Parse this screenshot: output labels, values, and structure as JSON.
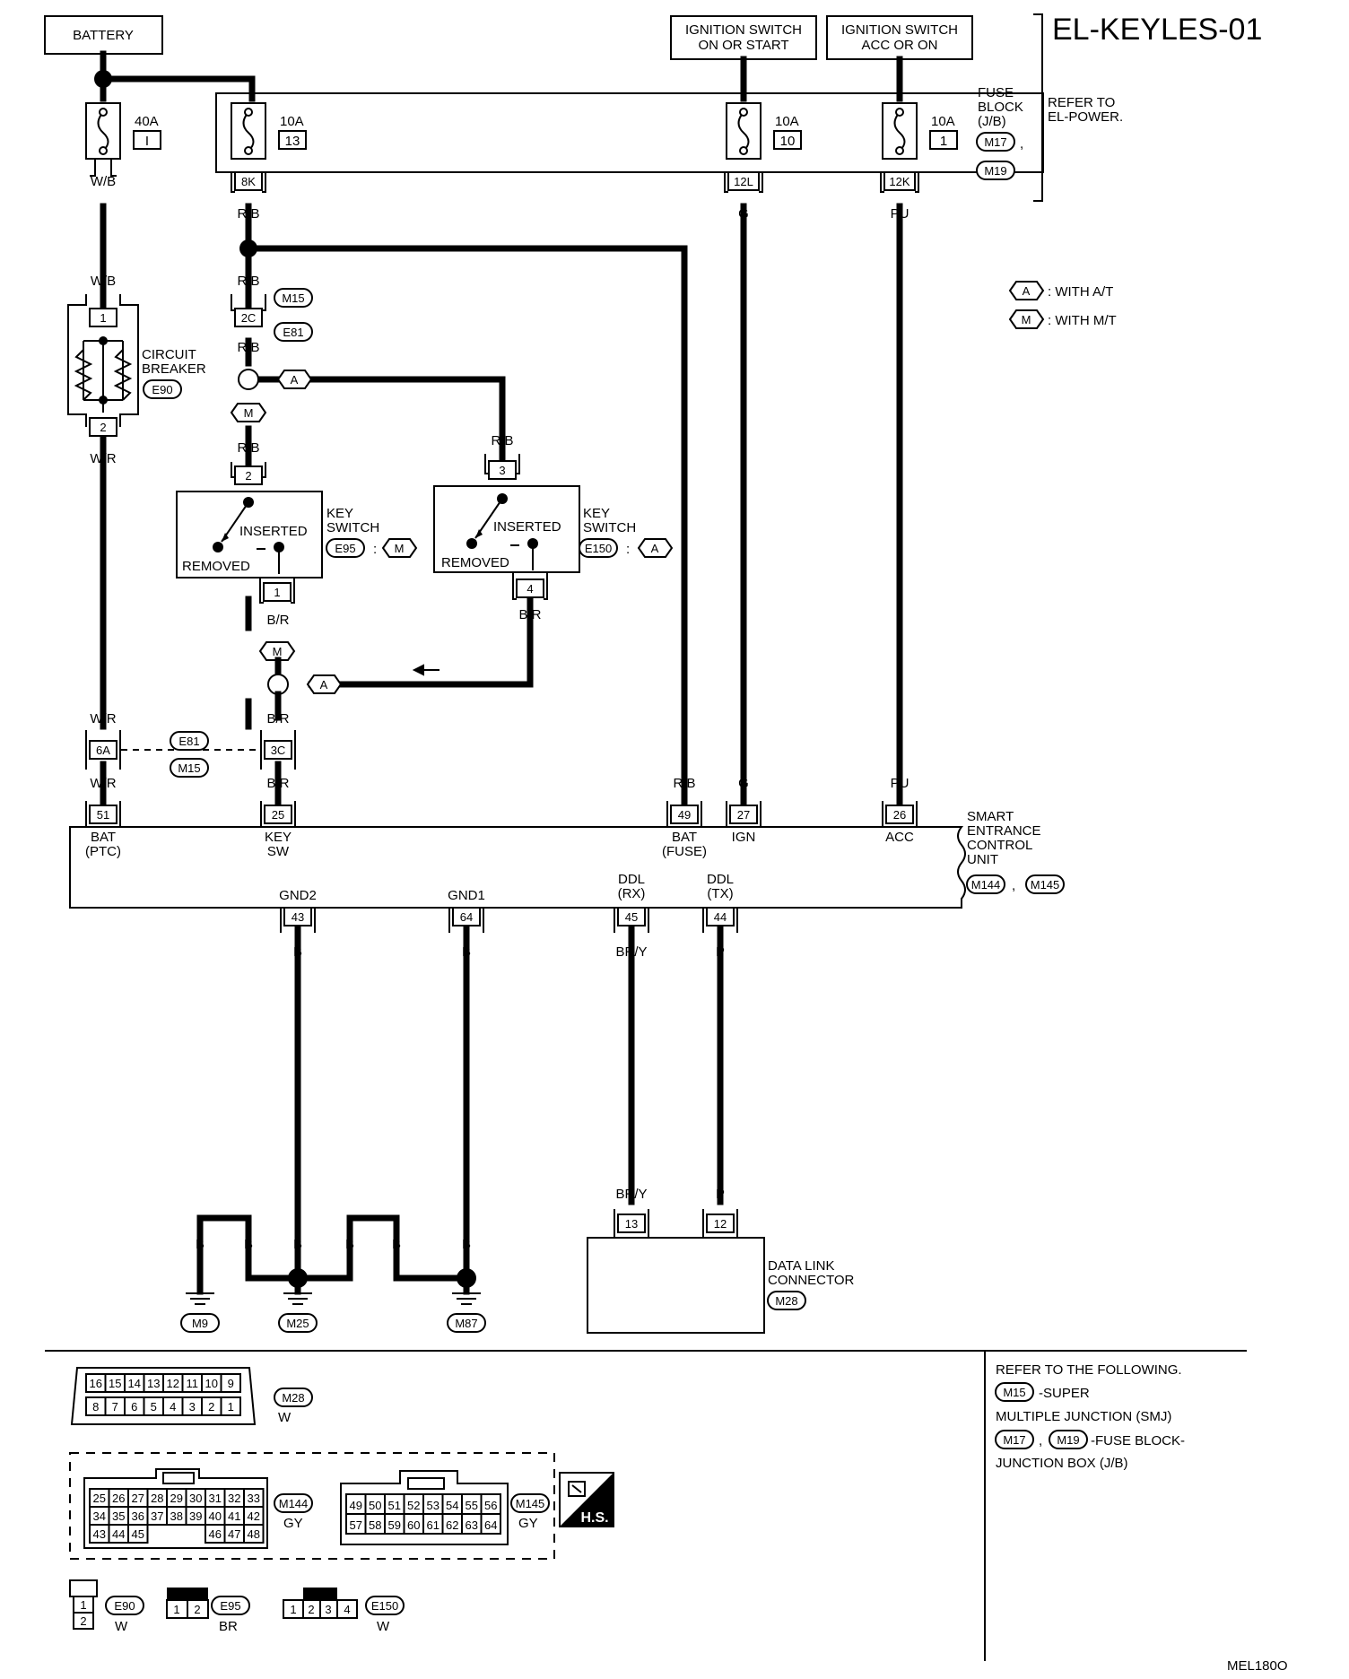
{
  "title": "EL-KEYLES-01",
  "figure_id": "MEL180O",
  "refer_power": [
    "REFER TO",
    "EL-POWER."
  ],
  "boxes": {
    "battery": "BATTERY",
    "ign_on_start": [
      "IGNITION SWITCH",
      "ON OR START"
    ],
    "ign_acc_on": [
      "IGNITION SWITCH",
      "ACC OR ON"
    ]
  },
  "fuse_block": {
    "label": [
      "FUSE",
      "BLOCK",
      "(J/B)"
    ],
    "connectors": [
      "M17",
      "M19"
    ],
    "fuses": [
      {
        "amp": "40A",
        "num": "I",
        "terminal": "",
        "wire": "W/B"
      },
      {
        "amp": "10A",
        "num": "13",
        "terminal": "8K",
        "wire": "R/B"
      },
      {
        "amp": "10A",
        "num": "10",
        "terminal": "12L",
        "wire": "G"
      },
      {
        "amp": "10A",
        "num": "1",
        "terminal": "12K",
        "wire": "PU"
      }
    ]
  },
  "legend": {
    "a": "A",
    "a_text": ": WITH A/T",
    "m": "M",
    "m_text": ": WITH M/T"
  },
  "circuit_breaker": {
    "label": [
      "CIRCUIT",
      "BREAKER"
    ],
    "connector": "E90",
    "pins": [
      "1",
      "2"
    ]
  },
  "key_switch_m": {
    "label": [
      "KEY",
      "SWITCH"
    ],
    "connector": "E95",
    "variant": "M",
    "pin_in": "2",
    "pin_out": "1",
    "inserted": "INSERTED",
    "removed": "REMOVED"
  },
  "key_switch_a": {
    "label": [
      "KEY",
      "SWITCH"
    ],
    "connector": "E150",
    "variant": "A",
    "pin_in": "3",
    "pin_out": "4",
    "inserted": "INSERTED",
    "removed": "REMOVED"
  },
  "junction": {
    "pins": [
      "2C",
      "6A",
      "3C"
    ],
    "connectors": [
      "M15",
      "E81"
    ]
  },
  "wires": {
    "wb": "W/B",
    "rb": "R/B",
    "wr": "W/R",
    "br": "B/R",
    "g": "G",
    "pu": "PU",
    "b": "B",
    "bry": "BR/Y",
    "p": "P"
  },
  "secu": {
    "label": [
      "SMART",
      "ENTRANCE",
      "CONTROL",
      "UNIT"
    ],
    "connectors": [
      "M144",
      "M145"
    ],
    "top_pins": [
      {
        "pin": "51",
        "name": [
          "BAT",
          "(PTC)"
        ],
        "wire": "W/R"
      },
      {
        "pin": "25",
        "name": [
          "KEY",
          "SW"
        ],
        "wire": "B/R"
      },
      {
        "pin": "49",
        "name": [
          "BAT",
          "(FUSE)"
        ],
        "wire": "R/B"
      },
      {
        "pin": "27",
        "name": [
          "IGN"
        ],
        "wire": "G"
      },
      {
        "pin": "26",
        "name": [
          "ACC"
        ],
        "wire": "PU"
      }
    ],
    "bottom_pins": [
      {
        "pin": "43",
        "name": [
          "GND2"
        ],
        "wire": "B"
      },
      {
        "pin": "64",
        "name": [
          "GND1"
        ],
        "wire": "B"
      },
      {
        "pin": "45",
        "name": [
          "DDL",
          "(RX)"
        ],
        "wire": "BR/Y"
      },
      {
        "pin": "44",
        "name": [
          "DDL",
          "(TX)"
        ],
        "wire": "P"
      }
    ]
  },
  "grounds": [
    "M9",
    "M25",
    "M87"
  ],
  "data_link": {
    "label": [
      "DATA LINK",
      "CONNECTOR"
    ],
    "connector": "M28",
    "pins": [
      "13",
      "12"
    ]
  },
  "refer_following": {
    "lines": [
      "REFER TO THE FOLLOWING.",
      "-SUPER",
      "MULTIPLE JUNCTION (SMJ)",
      "-FUSE BLOCK-",
      "JUNCTION BOX (J/B)"
    ],
    "codes": [
      "M15",
      "M17",
      "M19"
    ]
  },
  "connector_views": {
    "m28": {
      "code": "M28",
      "color": "W",
      "top": [
        "16",
        "15",
        "14",
        "13",
        "12",
        "11",
        "10",
        "9"
      ],
      "bottom": [
        "8",
        "7",
        "6",
        "5",
        "4",
        "3",
        "2",
        "1"
      ]
    },
    "m144": {
      "code": "M144",
      "color": "GY",
      "rows": [
        [
          "25",
          "26",
          "27",
          "28",
          "29",
          "30",
          "31",
          "32",
          "33"
        ],
        [
          "34",
          "35",
          "36",
          "37",
          "38",
          "39",
          "40",
          "41",
          "42"
        ],
        [
          "43",
          "44",
          "45",
          "",
          "",
          "",
          "46",
          "47",
          "48"
        ]
      ]
    },
    "m145": {
      "code": "M145",
      "color": "GY",
      "rows": [
        [
          "49",
          "50",
          "51",
          "52",
          "53",
          "54",
          "55",
          "56"
        ],
        [
          "57",
          "58",
          "59",
          "60",
          "61",
          "62",
          "63",
          "64"
        ]
      ]
    },
    "e90": {
      "code": "E90",
      "color": "W",
      "pins": [
        "1",
        "2"
      ]
    },
    "e95": {
      "code": "E95",
      "color": "BR",
      "pins": [
        "1",
        "2"
      ]
    },
    "e150": {
      "code": "E150",
      "color": "W",
      "pins": [
        "1",
        "2",
        "3",
        "4"
      ]
    },
    "hs": "H.S."
  }
}
